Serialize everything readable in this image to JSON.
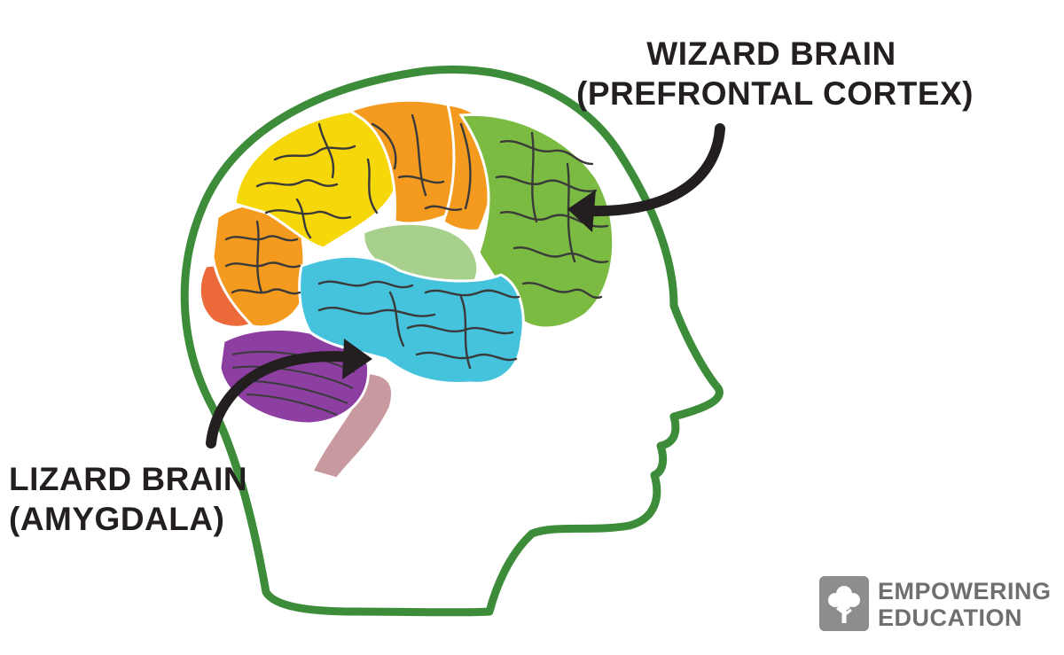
{
  "labels": {
    "wizard": {
      "line1": "WIZARD BRAIN",
      "line2": "(PREFRONTAL CORTEX)"
    },
    "lizard": {
      "line1": "LIZARD BRAIN",
      "line2": "(AMYGDALA)"
    }
  },
  "logo": {
    "line1": "EMPOWERING",
    "line2": "EDUCATION"
  },
  "colors": {
    "head_outline": "#3d8c3a",
    "prefrontal_green": "#7cbb42",
    "light_green": "#a8d08d",
    "yellow": "#f6d70a",
    "orange": "#f39a1f",
    "red_orange": "#ec6a3a",
    "blue": "#45c2dc",
    "purple": "#8c3fa0",
    "brainstem": "#c89aa0",
    "fold_lines": "#3a3a3a",
    "arrow": "#231f20",
    "logo_gray": "#8d8d8d"
  }
}
